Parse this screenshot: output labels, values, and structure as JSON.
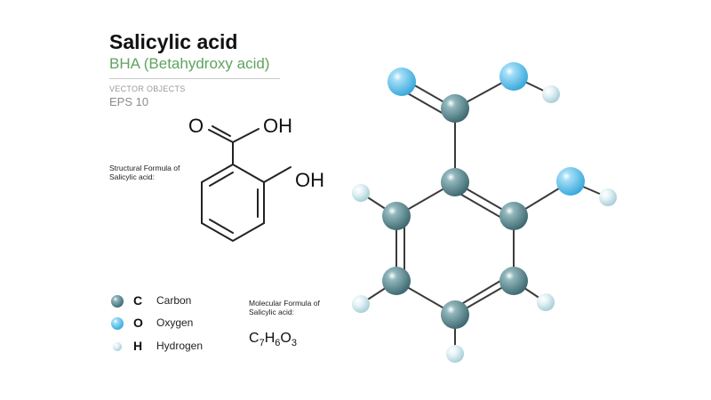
{
  "header": {
    "title": "Salicylic acid",
    "subtitle": "BHA  (Betahydroxy acid)",
    "tag": "VECTOR OBJECTS",
    "eps": "EPS 10"
  },
  "structural": {
    "caption_line1": "Structural  Formula of",
    "caption_line2": "Salicylic acid:",
    "atom_o": "O",
    "atom_oh_top": "OH",
    "atom_oh_side": "OH"
  },
  "legend": {
    "items": [
      {
        "letter": "C",
        "name": "Carbon",
        "color": "#5d8990"
      },
      {
        "letter": "O",
        "name": "Oxygen",
        "color": "#6ec6ef"
      },
      {
        "letter": "H",
        "name": "Hydrogen",
        "color": "#cfe6ec"
      }
    ]
  },
  "molecular": {
    "caption_line1": "Molecular Formula of",
    "caption_line2": "Salicylic acid:",
    "parts": [
      "C",
      "7",
      "H",
      "6",
      "O",
      "3"
    ]
  },
  "colors": {
    "carbon": "#5d8990",
    "oxygen": "#6ec6ef",
    "hydrogen": "#cfe6ec",
    "bond": "#3a3a3a",
    "accent": "#5fa35f"
  }
}
